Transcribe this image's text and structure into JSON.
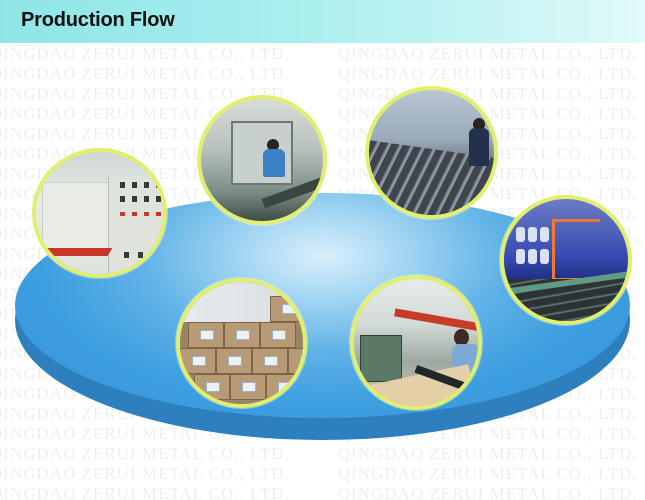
{
  "header": {
    "title": "Production Flow",
    "band_color_start": "#8fe5e6",
    "band_color_end": "#e2fafa"
  },
  "watermark": {
    "text": "QINGDAO ZERUI METAL CO., LTD."
  },
  "stage": {
    "platform_top_color": "#3d9ee0",
    "platform_side_color": "#2d7fbd",
    "photo_ring_color": "#e2ef6a"
  },
  "photos": [
    {
      "subject": "extrusion-line-control-cabinet"
    },
    {
      "subject": "worker-operating-machine"
    },
    {
      "subject": "pipe-production-line"
    },
    {
      "subject": "blue-production-hall-orange-frame"
    },
    {
      "subject": "stacked-cardboard-boxes"
    },
    {
      "subject": "worker-packing-pipes"
    }
  ]
}
